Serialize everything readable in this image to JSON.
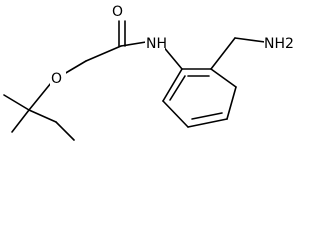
{
  "molecule": {
    "atom_labels": {
      "carbonyl_oxygen": "O",
      "amide_nitrogen": "NH",
      "ether_oxygen": "O",
      "amine": "NH2"
    }
  },
  "colors": {
    "background": "#ffffff",
    "bonds": "#000000",
    "labels": "#000000"
  }
}
